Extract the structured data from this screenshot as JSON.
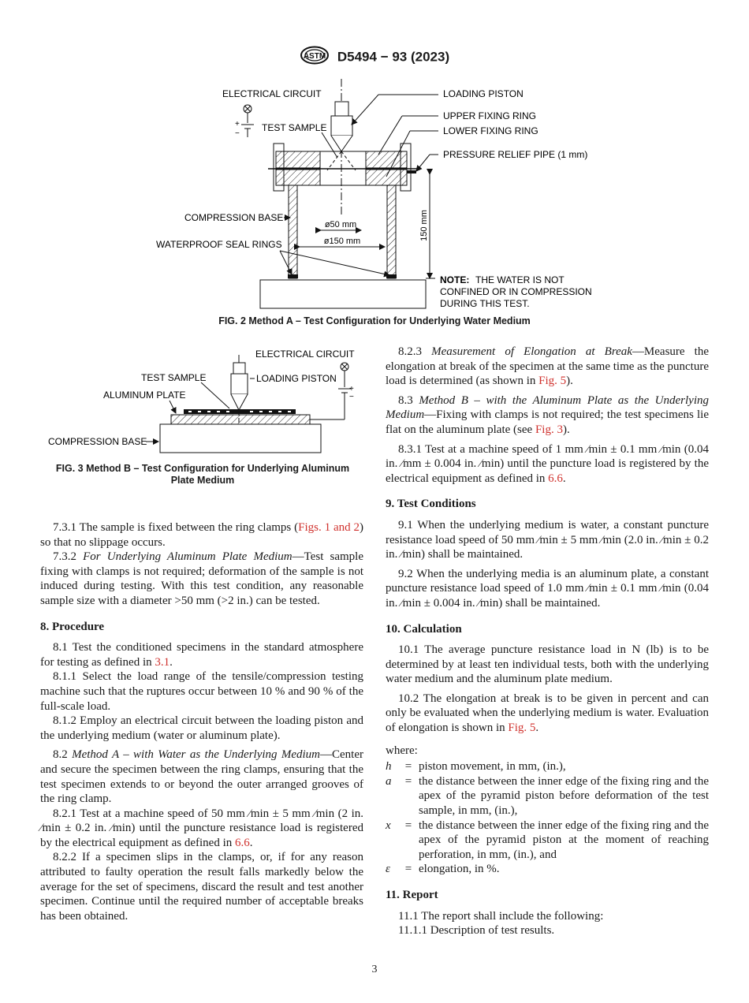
{
  "header": {
    "standard": "D5494 − 93 (2023)"
  },
  "fig2": {
    "labels": {
      "electrical_circuit": "ELECTRICAL CIRCUIT",
      "test_sample": "TEST SAMPLE",
      "loading_piston": "LOADING PISTON",
      "upper_ring": "UPPER FIXING RING",
      "lower_ring": "LOWER FIXING RING",
      "relief_pipe": "PRESSURE RELIEF PIPE (1 mm)",
      "compression_base": "COMPRESSION BASE",
      "seal_rings": "WATERPROOF SEAL RINGS",
      "d50": "ø50 mm",
      "d150": "ø150 mm",
      "h150": "150 mm",
      "note_bold": "NOTE:",
      "note_1": "THE WATER IS NOT",
      "note_2": "CONFINED OR IN COMPRESSION",
      "note_3": "DURING THIS TEST."
    },
    "caption": "FIG. 2 Method A – Test Configuration for Underlying Water Medium"
  },
  "fig3": {
    "labels": {
      "electrical_circuit": "ELECTRICAL CIRCUIT",
      "test_sample": "TEST SAMPLE",
      "loading_piston": "LOADING PISTON",
      "aluminum_plate": "ALUMINUM PLATE",
      "compression_base": "COMPRESSION BASE"
    },
    "caption_1": "FIG. 3 Method B – Test Configuration for Underlying Aluminum",
    "caption_2": "Plate Medium"
  },
  "left": {
    "p731_a": "7.3.1 The sample is fixed between the ring clamps (",
    "p731_ref": "Figs. 1 and 2",
    "p731_b": ") so that no slippage occurs.",
    "p732_num": "7.3.2",
    "p732_title": "For Underlying Aluminum Plate Medium",
    "p732_body": "—Test sample fixing with clamps is not required; deformation of the sample is not induced during testing. With this test condition, any reasonable sample size with a diameter >50 mm (>2 in.) can be tested.",
    "h8": "8. Procedure",
    "p81_a": "8.1 Test the conditioned specimens in the standard atmosphere for testing as defined in ",
    "p81_ref": "3.1",
    "p81_b": ".",
    "p811": "8.1.1 Select the load range of the tensile/compression testing machine such that the ruptures occur between 10 % and 90 % of the full-scale load.",
    "p812": "8.1.2 Employ an electrical circuit between the loading piston and the underlying medium (water or aluminum plate).",
    "p82_num": "8.2",
    "p82_title": "Method A – with Water as the Underlying Medium",
    "p82_body": "—Center and secure the specimen between the ring clamps, ensuring that the test specimen extends to or beyond the outer arranged grooves of the ring clamp.",
    "p821_a": "8.2.1 Test at a machine speed of 50 mm ⁄min ± 5 mm ⁄min (2 in. ⁄min ± 0.2 in. ⁄min) until the puncture resistance load is registered by the electrical equipment as defined in ",
    "p821_ref": "6.6",
    "p821_b": ".",
    "p822": "8.2.2 If a specimen slips in the clamps, or, if for any reason attributed to faulty operation the result falls markedly below the average for the set of specimens, discard the result and test another specimen. Continue until the required number of acceptable breaks has been obtained."
  },
  "right": {
    "p823_num": "8.2.3",
    "p823_title": "Measurement of Elongation at Break",
    "p823_a": "—Measure the elongation at break of the specimen at the same time as the puncture load is determined (as shown in ",
    "p823_ref": "Fig. 5",
    "p823_b": ").",
    "p83_num": "8.3",
    "p83_title": "Method B – with the Aluminum Plate as the Underlying Medium",
    "p83_a": "—Fixing with clamps is not required; the test specimens lie flat on the aluminum plate (see ",
    "p83_ref": "Fig. 3",
    "p83_b": ").",
    "p831_a": "8.3.1 Test at a machine speed of 1 mm ⁄min ± 0.1 mm ⁄min (0.04 in. ⁄mm ± 0.004 in. ⁄min) until the puncture load is registered by the electrical equipment as defined in ",
    "p831_ref": "6.6",
    "p831_b": ".",
    "h9": "9. Test Conditions",
    "p91": "9.1 When the underlying medium is water, a constant puncture resistance load speed of 50 mm ⁄min ± 5 mm ⁄min (2.0 in. ⁄min ± 0.2 in. ⁄min) shall be maintained.",
    "p92": "9.2 When the underlying media is an aluminum plate, a constant puncture resistance load speed of 1.0 mm ⁄min ± 0.1 mm ⁄min (0.04 in. ⁄min ± 0.004 in. ⁄min) shall be maintained.",
    "h10": "10. Calculation",
    "p101": "10.1 The average puncture resistance load in N (lb) is to be determined by at least ten individual tests, both with the underlying water medium and the aluminum plate medium.",
    "p102_a": "10.2 The elongation at break is to be given in percent and can only be evaluated when the underlying medium is water. Evaluation of elongation is shown in ",
    "p102_ref": "Fig. 5",
    "p102_b": ".",
    "where": "where:",
    "defs": [
      {
        "sym": "h",
        "eq": "=",
        "txt": "piston movement, in mm, (in.),"
      },
      {
        "sym": "a",
        "eq": "=",
        "txt": "the distance between the inner edge of the fixing ring and the apex of the pyramid piston before deformation of the test sample, in mm, (in.),"
      },
      {
        "sym": "x",
        "eq": "=",
        "txt": "the distance between the inner edge of the fixing ring and the apex of the pyramid piston at the moment of reaching perforation, in mm, (in.), and"
      },
      {
        "sym": "ε",
        "eq": "=",
        "txt": "elongation, in %."
      }
    ],
    "h11": "11. Report",
    "p111": "11.1 The report shall include the following:",
    "p1111": "11.1.1 Description of test results."
  },
  "page_number": "3"
}
